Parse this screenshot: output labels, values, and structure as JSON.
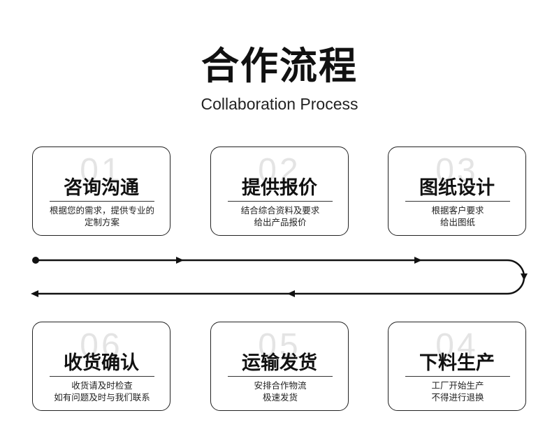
{
  "header": {
    "title": "合作流程",
    "subtitle": "Collaboration Process"
  },
  "steps": [
    {
      "number": "01",
      "title": "咨询沟通",
      "desc": [
        "根据您的需求，提供专业的",
        "定制方案"
      ]
    },
    {
      "number": "02",
      "title": "提供报价",
      "desc": [
        "结合综合资料及要求",
        "给出产品报价"
      ]
    },
    {
      "number": "03",
      "title": "图纸设计",
      "desc": [
        "根据客户要求",
        "给出图纸"
      ]
    },
    {
      "number": "04",
      "title": "下料生产",
      "desc": [
        "工厂开始生产",
        "不得进行退换"
      ]
    },
    {
      "number": "05",
      "title": "运输发货",
      "desc": [
        "安排合作物流",
        "极速发货"
      ]
    },
    {
      "number": "06",
      "title": "收货确认",
      "desc": [
        "收货请及时检查",
        "如有问题及时与我们联系"
      ]
    }
  ]
}
